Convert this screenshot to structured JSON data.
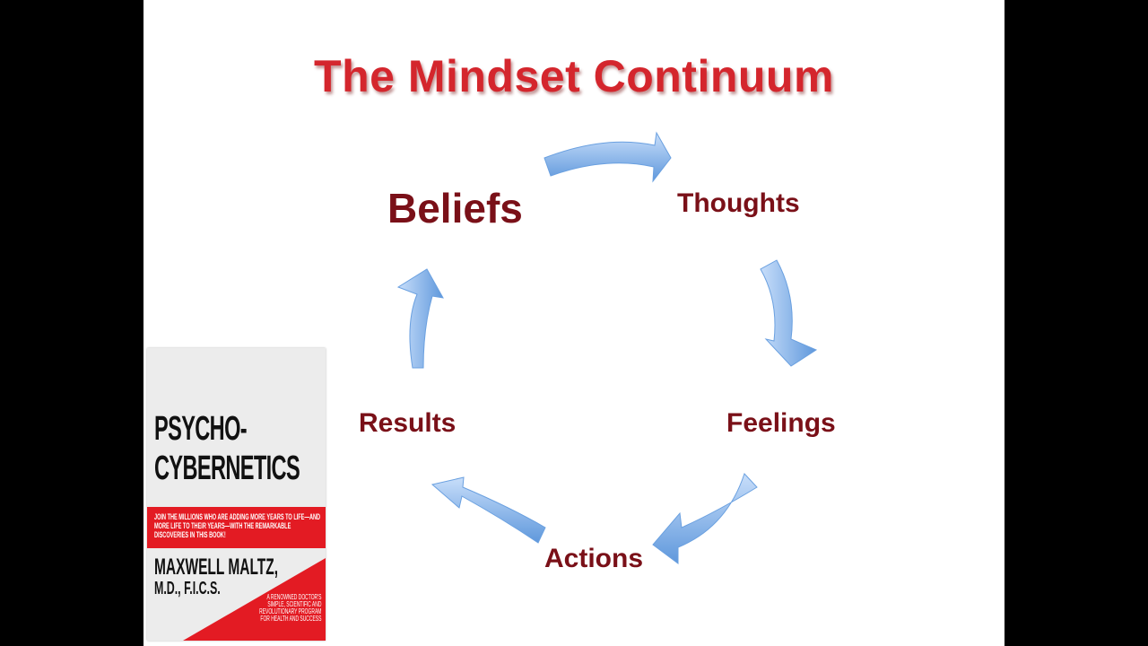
{
  "slide": {
    "title": "The Mindset Continuum",
    "cycle": [
      {
        "id": "beliefs",
        "label": "Beliefs"
      },
      {
        "id": "thoughts",
        "label": "Thoughts"
      },
      {
        "id": "feelings",
        "label": "Feelings"
      },
      {
        "id": "actions",
        "label": "Actions"
      },
      {
        "id": "results",
        "label": "Results"
      }
    ]
  },
  "book": {
    "title_line1": "PSYCHO-",
    "title_line2": "CYBERNETICS",
    "blurb": "JOIN THE MILLIONS WHO ARE ADDING MORE YEARS TO LIFE—AND MORE LIFE TO THEIR YEARS—WITH THE REMARKABLE DISCOVERIES IN THIS BOOK!",
    "author": "MAXWELL MALTZ,",
    "credentials": "M.D., F.I.C.S.",
    "tagline": "A RENOWNED DOCTOR'S SIMPLE, SCIENTIFIC AND REVOLUTIONARY PROGRAM FOR HEALTH AND SUCCESS"
  },
  "colors": {
    "title": "#d4262d",
    "label": "#7a1018",
    "arrow": "#79aee8",
    "book_band": "#e31b23"
  }
}
